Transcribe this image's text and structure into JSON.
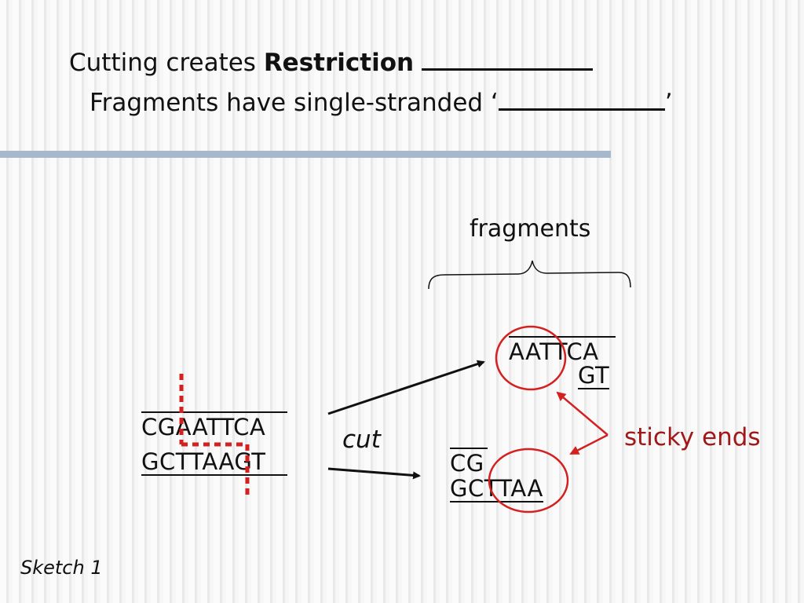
{
  "title_line1": {
    "prefix": "Cutting creates ",
    "bold": "Restriction",
    "blank": "_________"
  },
  "title_line2": {
    "text": "Fragments have single-stranded ‘",
    "blank": "_________",
    "end": "’"
  },
  "diagram": {
    "fragments_label": "fragments",
    "cut_label": "cut",
    "sticky_ends_label": "sticky ends",
    "original_top": "CGAATTCA",
    "original_bottom": "GCTTAAGT",
    "fragment_right_top": "AATTCA",
    "fragment_right_bottom": "GT",
    "fragment_left_top": "CG",
    "fragment_left_bottom": "GCTTAA"
  },
  "caption": "Sketch 1",
  "colors": {
    "accent_bar": "#a6b8cc",
    "highlight_red": "#d42020",
    "sticky_text": "#a01818"
  }
}
